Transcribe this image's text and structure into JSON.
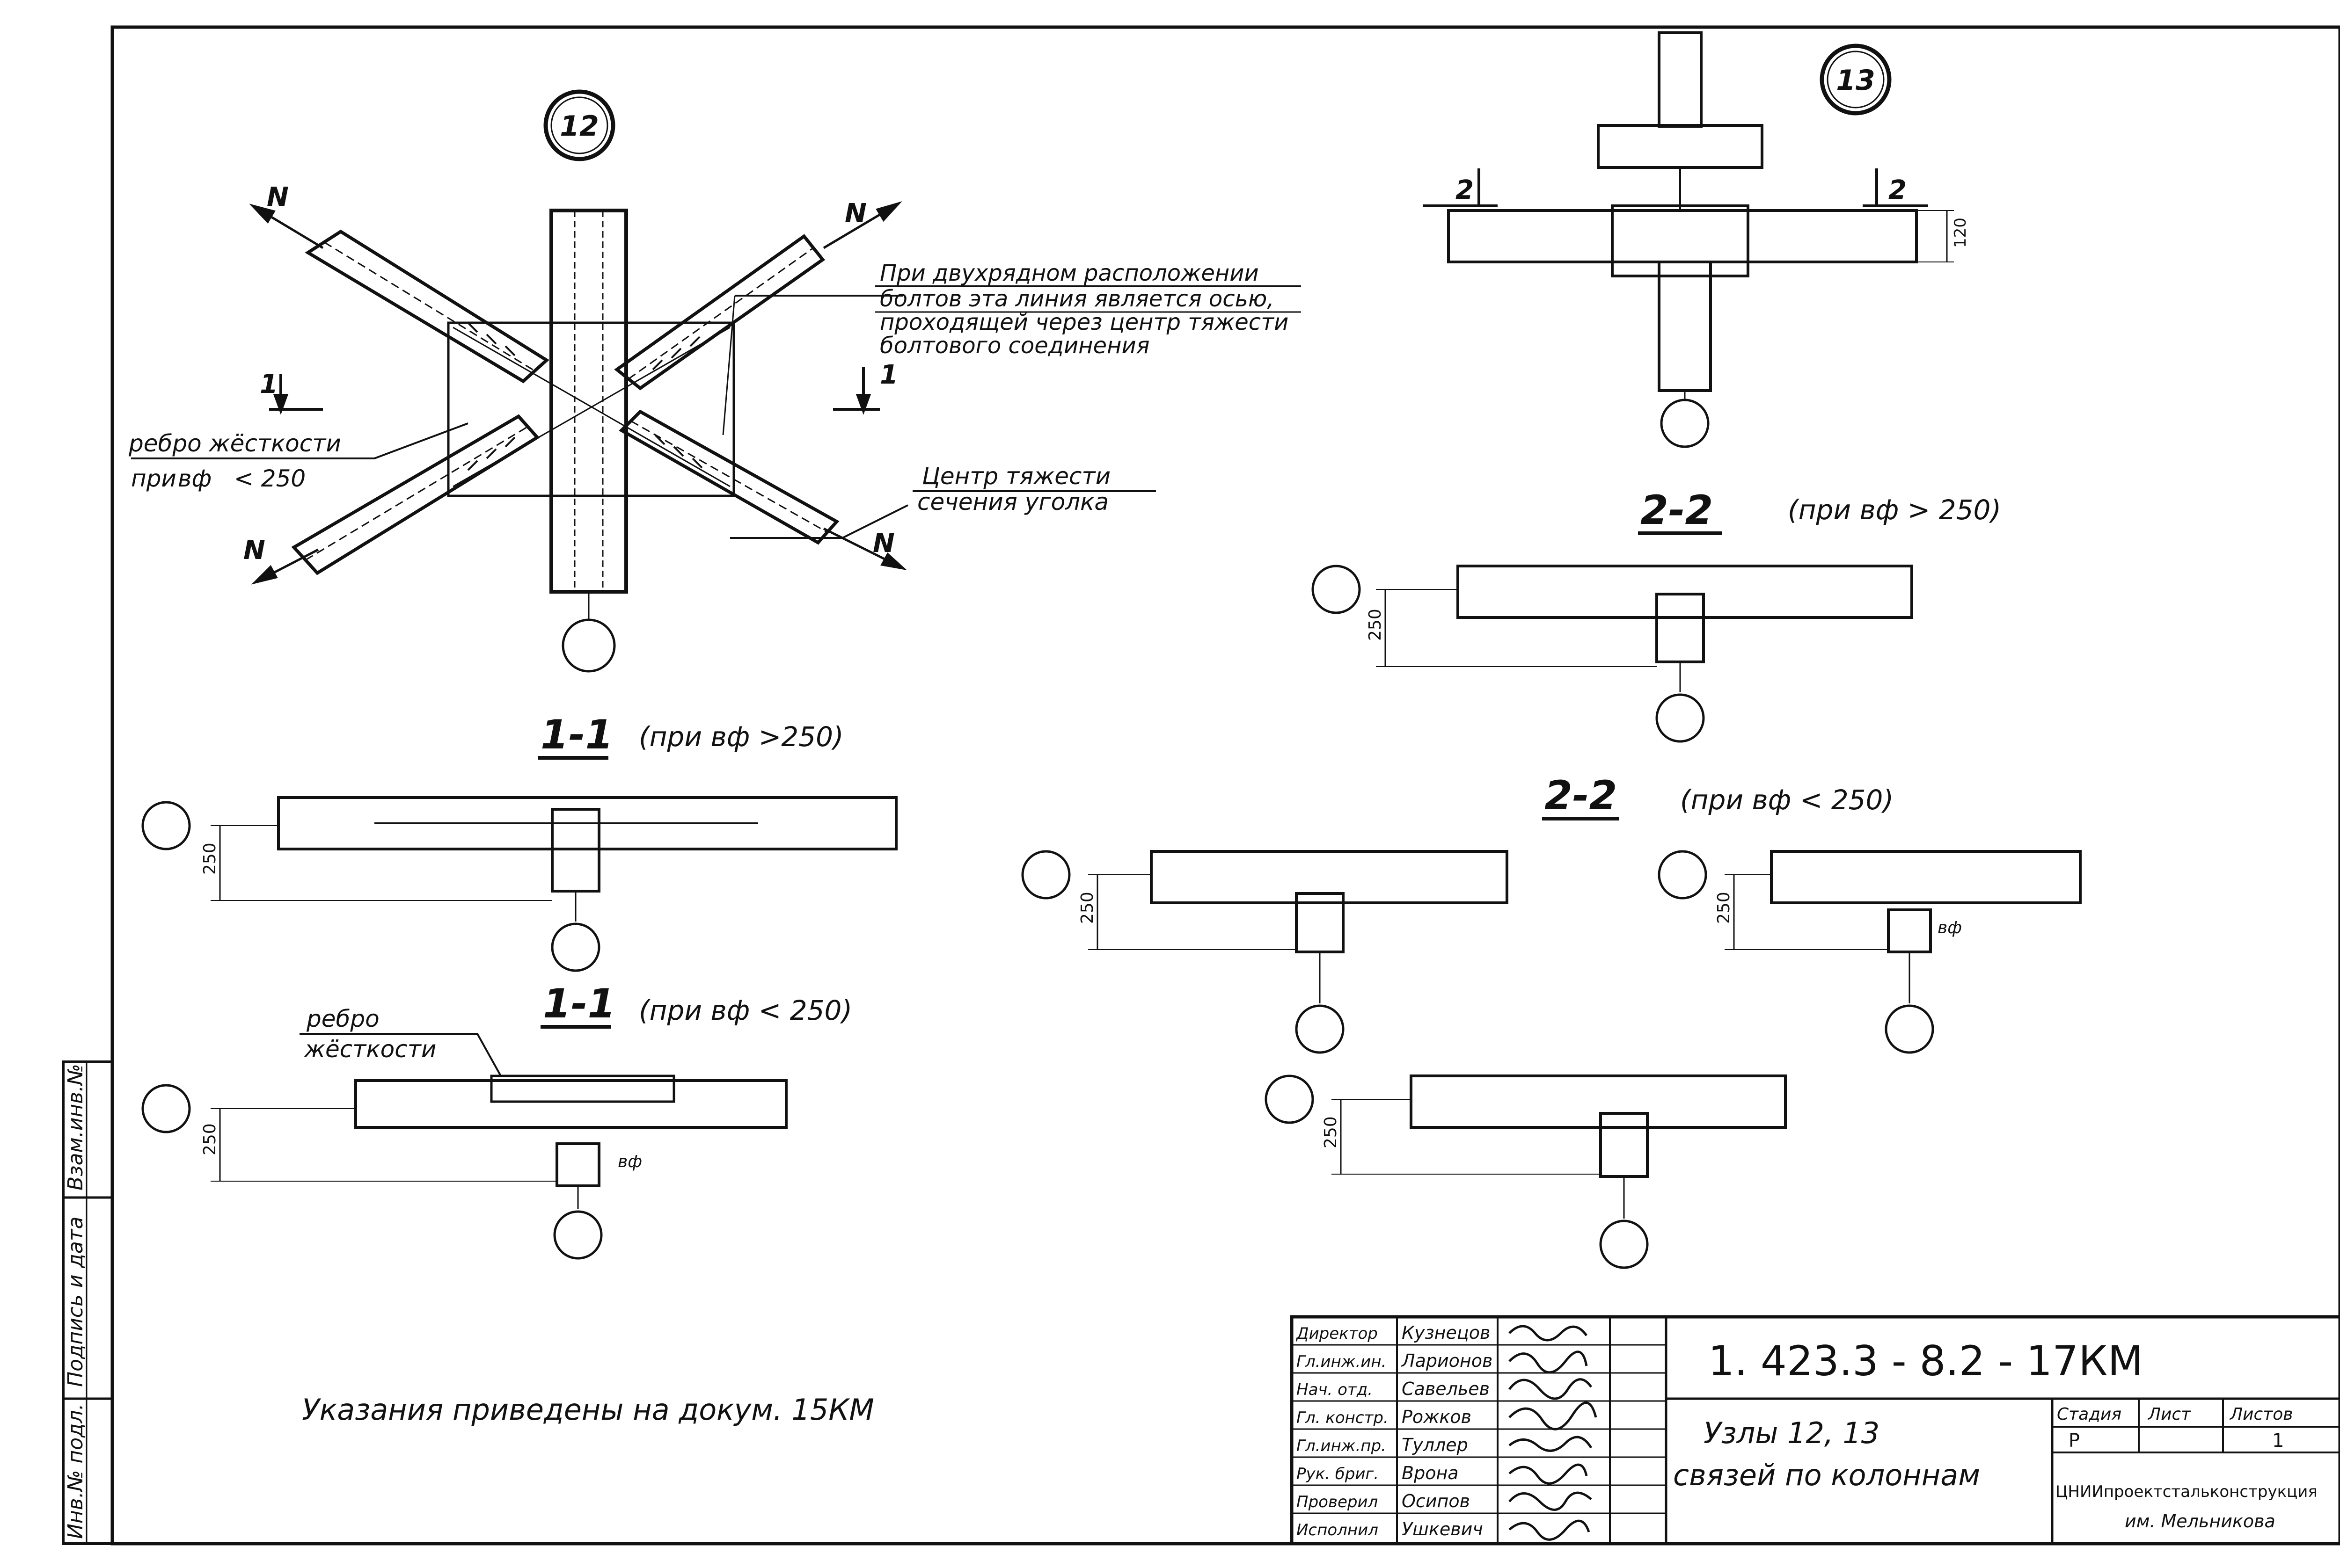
{
  "drawing": {
    "node_labels": {
      "node12": "12",
      "node13": "13"
    },
    "force_label": "N",
    "cut_labels": {
      "cut1": "1",
      "cut2": "2"
    },
    "dim_250": "250",
    "dim_120": "120",
    "b_phi": "вф",
    "notes": {
      "two_row_line1": "При двухрядном расположении",
      "two_row_line2": "болтов эта линия является осью,",
      "two_row_line3": "проходящей через центр тяжести",
      "two_row_line4": "болтового соединения",
      "rib_line1": "ребро жёсткости",
      "rib_line2_prefix": "при",
      "rib_line2_suffix": "< 250",
      "centroid_line1": "Центр тяжести",
      "centroid_line2": "сечения уголка",
      "rib_short_line1": "ребро",
      "rib_short_line2": "жёсткости"
    },
    "sections": {
      "s11_gt_title": "1-1",
      "s11_gt_cond": "(при вф >250)",
      "s11_lt_title": "1-1",
      "s11_lt_cond": "(при вф < 250)",
      "s22_gt_title": "2-2",
      "s22_gt_cond": "(при вф > 250)",
      "s22_lt_title": "2-2",
      "s22_lt_cond": "(при вф < 250)"
    },
    "footnote": "Указания приведены на докум. 15КМ"
  },
  "side_stamp": {
    "labels": [
      "Взам.инв.№",
      "Подпись и дата",
      "Инв.№ подл."
    ]
  },
  "title_block": {
    "roles": [
      "Директор",
      "Гл.инж.ин.",
      "Нач. отд.",
      "Гл. констр.",
      "Гл.инж.пр.",
      "Рук. бриг.",
      "Проверил",
      "Исполнил"
    ],
    "names": [
      "Кузнецов",
      "Ларионов",
      "Савельев",
      "Рожков",
      "Туллер",
      "Врона",
      "Осипов",
      "Ушкевич"
    ],
    "document_code": "1. 423.3 - 8.2 - 17КМ",
    "title_line1": "Узлы 12, 13",
    "title_line2": "связей по колоннам",
    "stage_header": "Стадия",
    "sheet_header": "Лист",
    "sheets_header": "Листов",
    "stage_value": "Р",
    "sheets_value": "1",
    "org_line1": "ЦНИИпроектстальконструкция",
    "org_line2": "им. Мельникова"
  }
}
